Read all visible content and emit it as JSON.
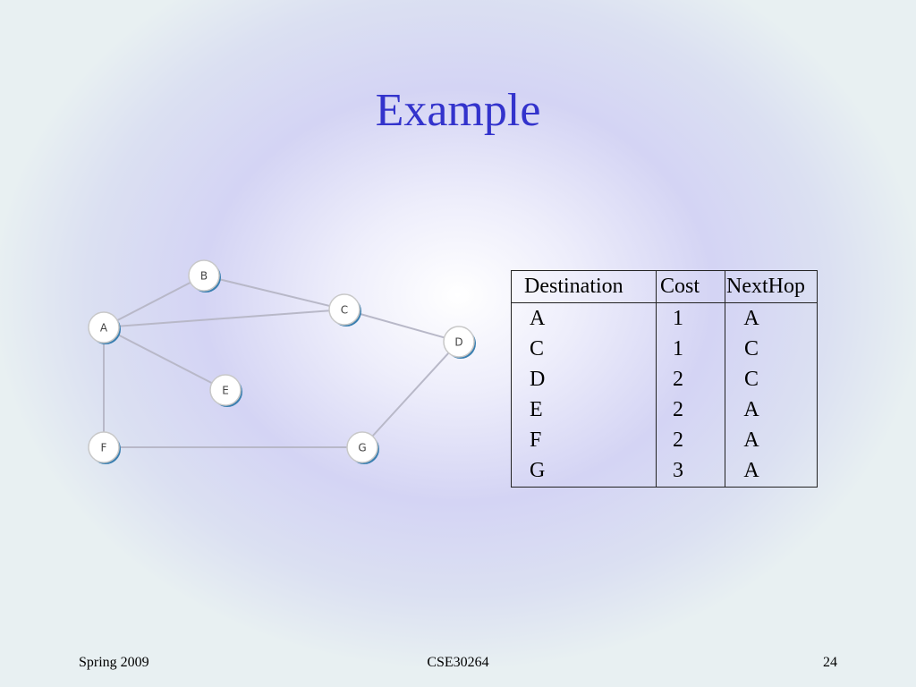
{
  "slide": {
    "title": "Example",
    "footer_left": "Spring 2009",
    "footer_center": "CSE30264",
    "footer_right": "24"
  },
  "graph": {
    "nodes": [
      "A",
      "B",
      "C",
      "D",
      "E",
      "F",
      "G"
    ],
    "edges": [
      [
        "A",
        "B"
      ],
      [
        "A",
        "C"
      ],
      [
        "A",
        "E"
      ],
      [
        "A",
        "F"
      ],
      [
        "B",
        "C"
      ],
      [
        "C",
        "D"
      ],
      [
        "D",
        "G"
      ],
      [
        "F",
        "G"
      ]
    ]
  },
  "routing_table": {
    "headers": [
      "Destination",
      "Cost",
      "NextHop"
    ],
    "rows": [
      [
        "A",
        "1",
        "A"
      ],
      [
        "C",
        "1",
        "C"
      ],
      [
        "D",
        "2",
        "C"
      ],
      [
        "E",
        "2",
        "A"
      ],
      [
        "F",
        "2",
        "A"
      ],
      [
        "G",
        "3",
        "A"
      ]
    ]
  },
  "colors": {
    "title": "#3333cc",
    "edge": "#b8b8c8",
    "node_fill": "#ffffff",
    "node_shadow": "#3a7fb0"
  }
}
